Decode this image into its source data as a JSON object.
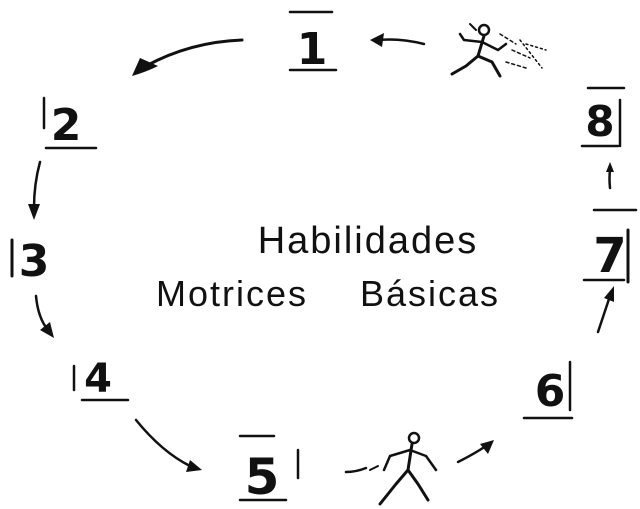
{
  "title": {
    "line1": "Habilidades",
    "line2_left": "Motrices",
    "line2_right": "Básicas"
  },
  "steps": [
    "1",
    "2",
    "3",
    "4",
    "5",
    "6",
    "7",
    "8"
  ],
  "ink_color": "#111111",
  "background_color": "#ffffff",
  "figures": [
    "running-figure-icon",
    "walking-figure-icon"
  ]
}
